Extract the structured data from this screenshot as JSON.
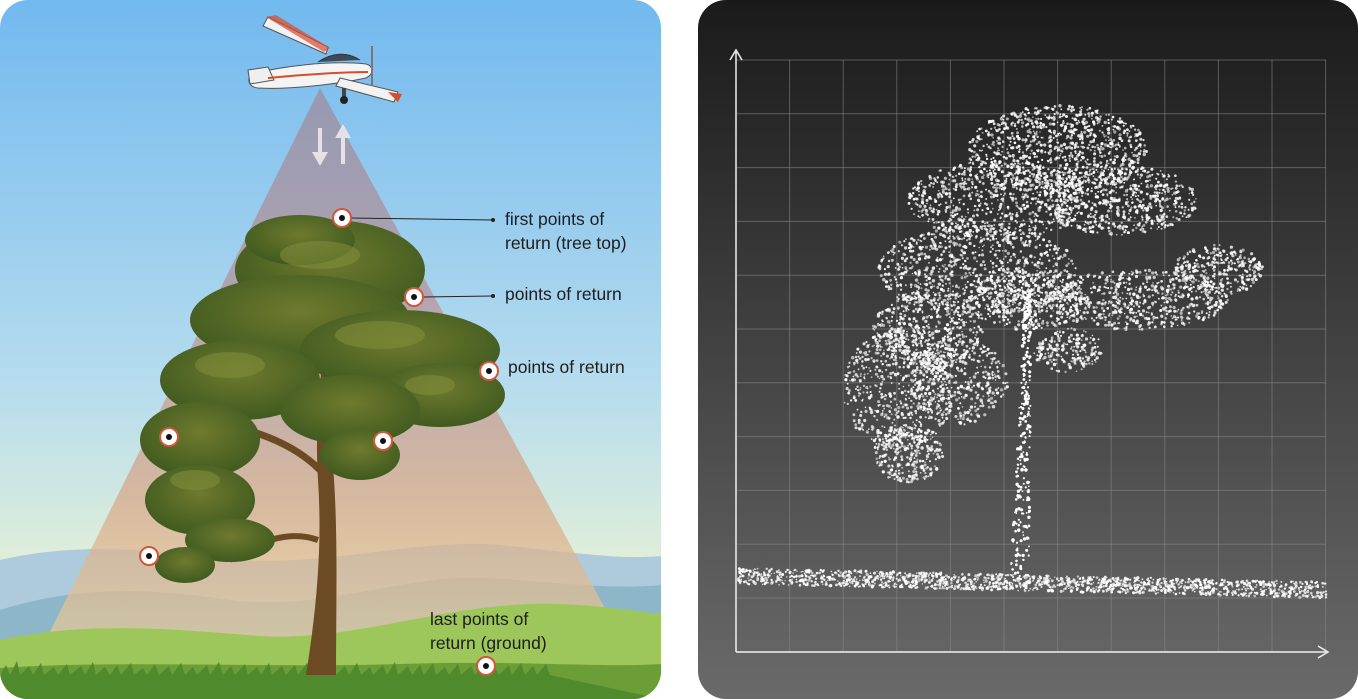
{
  "illustration": {
    "labels": {
      "first_line1": "first points of",
      "first_line2": "return (tree top)",
      "mid1": "points of return",
      "mid2": "points of return",
      "last_line1": "last points of",
      "last_line2": "return (ground)"
    },
    "icons": [
      "airplane-icon",
      "laser-arrows-icon",
      "return-point-marker"
    ]
  },
  "point_cloud": {
    "background_top": "#1a1a1a",
    "background_bottom": "#6a6a6a",
    "point_color": "#ffffff",
    "grid": true
  }
}
